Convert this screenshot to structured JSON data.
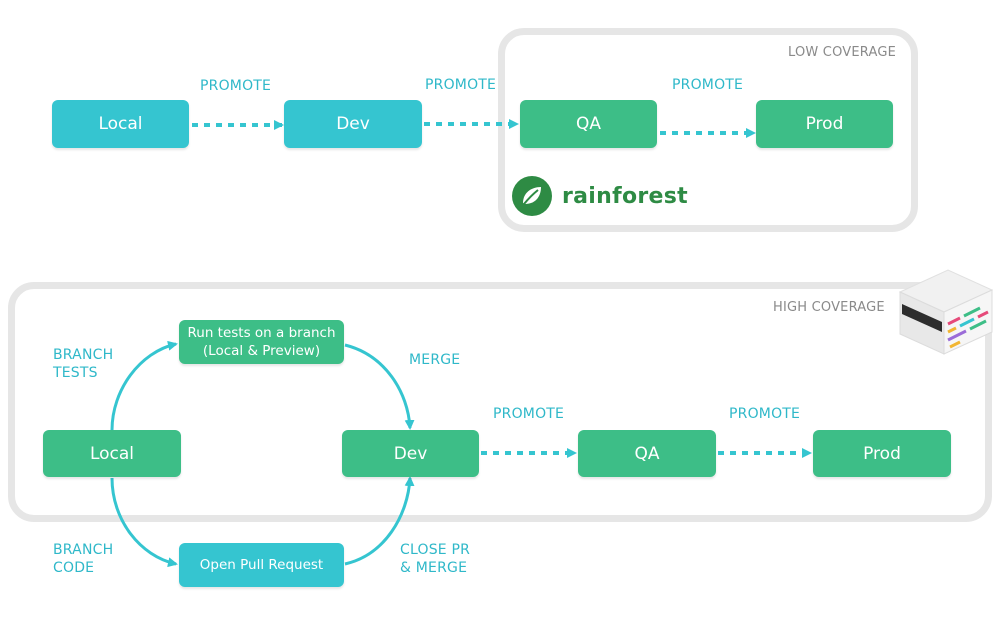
{
  "top": {
    "panel_label": "LOW COVERAGE",
    "nodes": {
      "local": "Local",
      "dev": "Dev",
      "qa": "QA",
      "prod": "Prod"
    },
    "edge_labels": {
      "local_dev": "PROMOTE",
      "dev_qa": "PROMOTE",
      "qa_prod": "PROMOTE"
    },
    "brand": {
      "name": "rainforest",
      "icon": "leaf-icon",
      "color": "#2e8b44"
    }
  },
  "bottom": {
    "panel_label": "HIGH COVERAGE",
    "nodes": {
      "local": "Local",
      "run_tests": "Run tests on a branch\n(Local & Preview)",
      "open_pr": "Open Pull Request",
      "dev": "Dev",
      "qa": "QA",
      "prod": "Prod"
    },
    "edge_labels": {
      "branch_tests": "BRANCH\nTESTS",
      "branch_code": "BRANCH\nCODE",
      "merge": "MERGE",
      "close_pr": "CLOSE PR\n& MERGE",
      "dev_qa": "PROMOTE",
      "qa_prod": "PROMOTE"
    },
    "icon": "terminal-cube-icon"
  },
  "colors": {
    "cyan": "#35c5d0",
    "green": "#3dbe87",
    "edge": "#35c5d0",
    "panel_border": "#e6e6e6"
  }
}
